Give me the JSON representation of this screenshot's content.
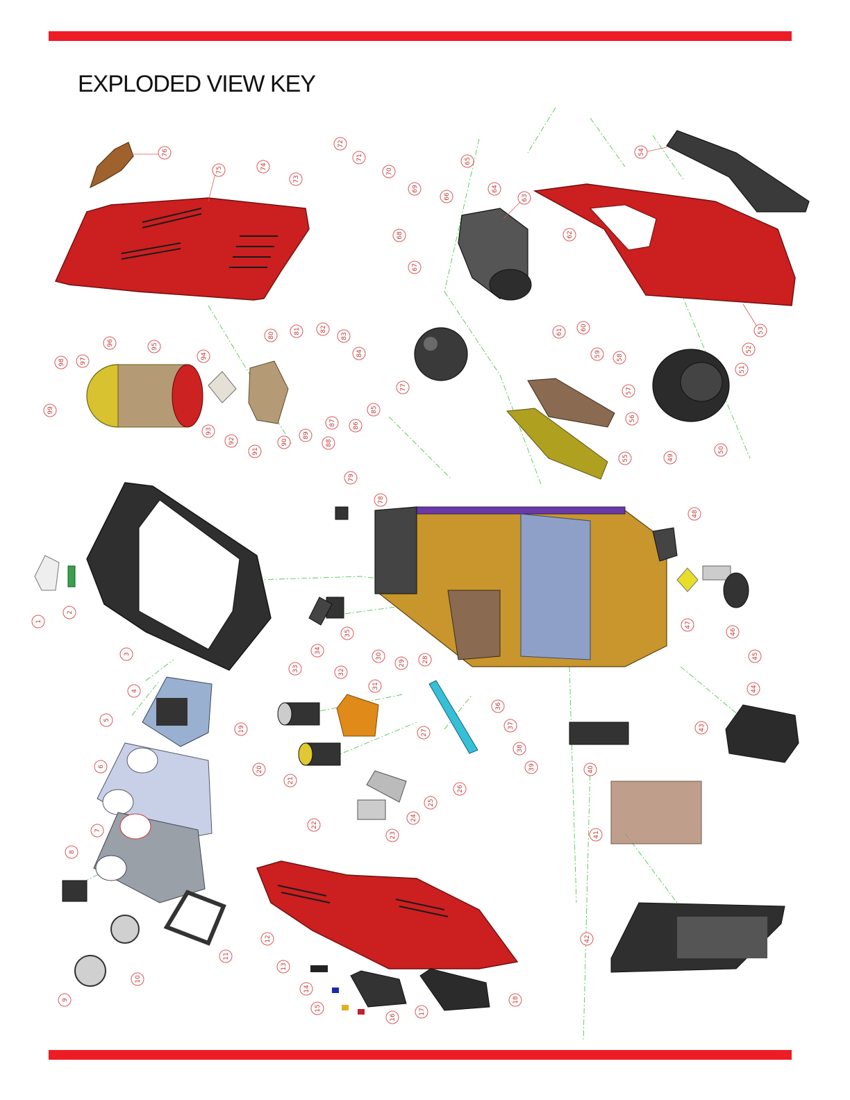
{
  "page": {
    "title": "EXPLODED VIEW KEY"
  },
  "colors": {
    "accent_bar": "#ee1c25",
    "callout": "#e05555",
    "guide_lines": "#3fbf3f"
  },
  "callouts": [
    "1",
    "2",
    "3",
    "4",
    "5",
    "6",
    "7",
    "8",
    "9",
    "10",
    "11",
    "12",
    "13",
    "14",
    "15",
    "16",
    "17",
    "18",
    "19",
    "20",
    "21",
    "22",
    "23",
    "24",
    "25",
    "26",
    "27",
    "28",
    "29",
    "30",
    "31",
    "32",
    "33",
    "34",
    "35",
    "36",
    "37",
    "38",
    "39",
    "40",
    "41",
    "42",
    "43",
    "44",
    "45",
    "46",
    "47",
    "48",
    "49",
    "50",
    "51",
    "52",
    "53",
    "54",
    "55",
    "56",
    "57",
    "58",
    "59",
    "60",
    "61",
    "62",
    "63",
    "64",
    "65",
    "66",
    "67",
    "68",
    "69",
    "70",
    "71",
    "72",
    "73",
    "74",
    "75",
    "76",
    "77",
    "78",
    "79",
    "80",
    "81",
    "82",
    "83",
    "84",
    "85",
    "86",
    "87",
    "88",
    "89",
    "90",
    "91",
    "92",
    "93",
    "94",
    "95",
    "96",
    "97",
    "98",
    "99"
  ]
}
